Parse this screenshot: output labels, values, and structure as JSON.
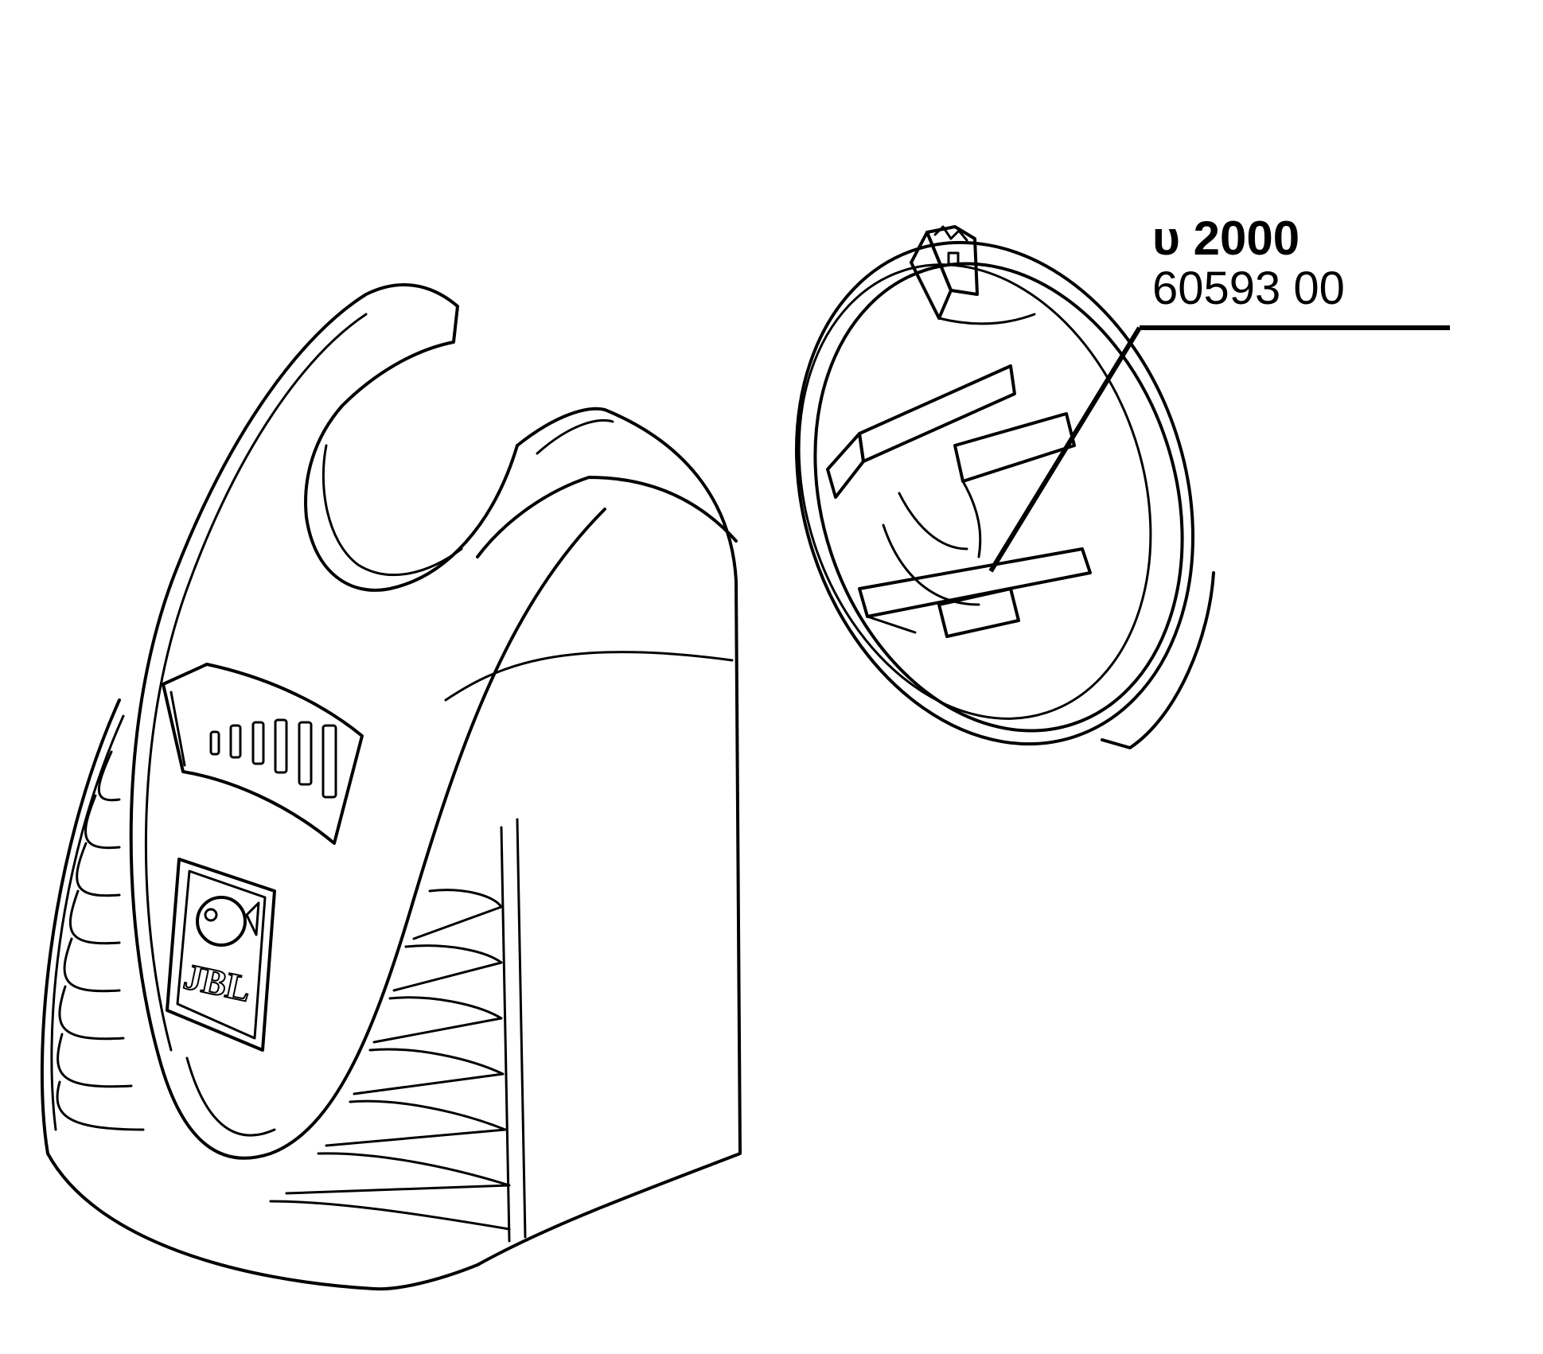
{
  "callout": {
    "model": "υ 2000",
    "part_number": "60593 00"
  },
  "brand_logo_text": "JBL",
  "colors": {
    "line": "#000000",
    "background": "#ffffff"
  }
}
